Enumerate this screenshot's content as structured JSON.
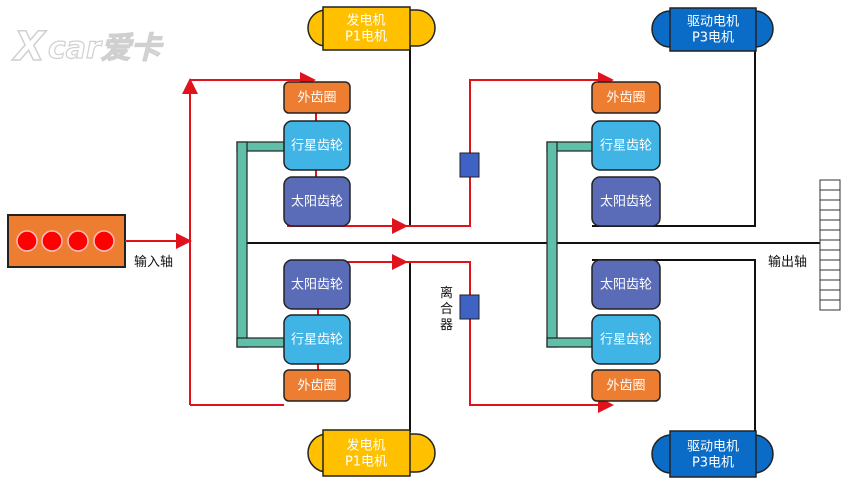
{
  "logo": "XCAR爱卡",
  "labels": {
    "generator_top": [
      "发电机",
      "P1电机"
    ],
    "generator_bottom": [
      "发电机",
      "P1电机"
    ],
    "motor_top": [
      "驱动电机",
      "P3电机"
    ],
    "motor_bottom": [
      "驱动电机",
      "P3电机"
    ],
    "ring_gear": "外齿圈",
    "planet_gear": "行星齿轮",
    "sun_gear": "太阳齿轮",
    "input_shaft": "输入轴",
    "output_shaft": "输出轴",
    "clutch": [
      "离",
      "合",
      "器"
    ]
  },
  "colors": {
    "ring": "#ed7d31",
    "planet": "#41b4e6",
    "sun": "#5a6cb8",
    "generator": "#ffc000",
    "motor": "#0b6cc8",
    "carrier": "#5fbfa8",
    "flow": "#e0121c",
    "clutch": "#3f63c4"
  }
}
